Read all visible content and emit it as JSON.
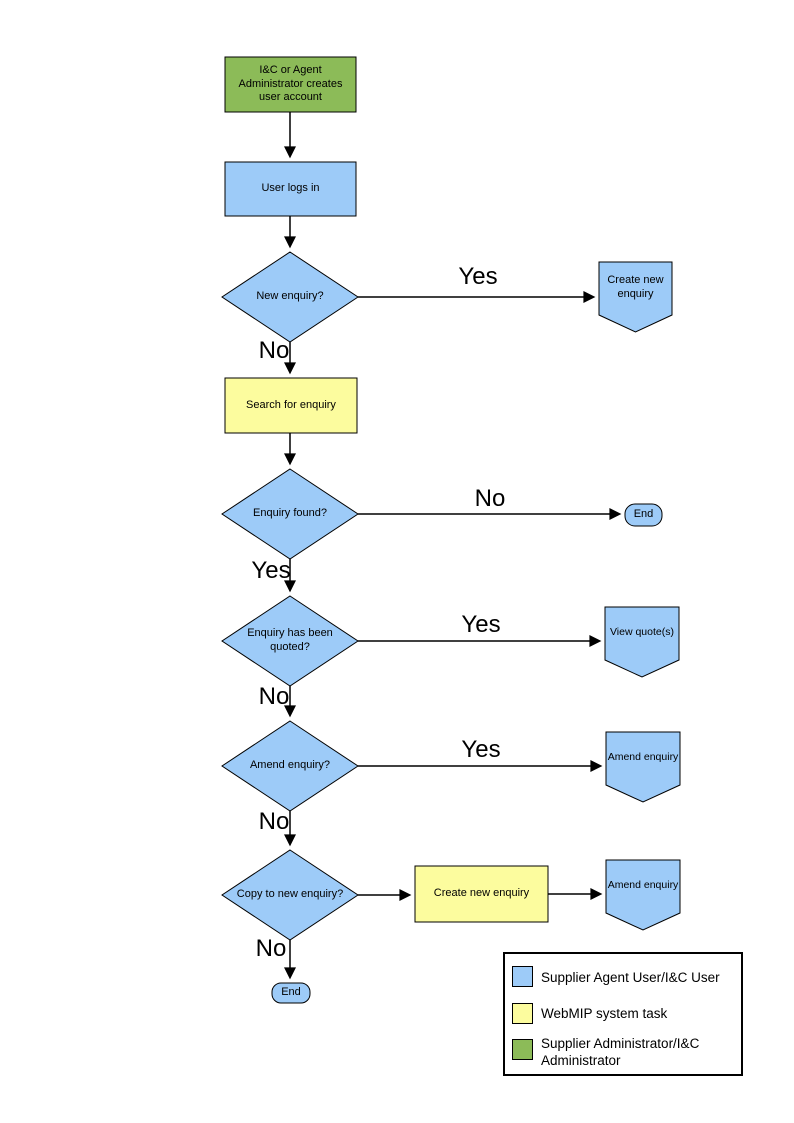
{
  "colors": {
    "blue": "#9DCBF8",
    "yellow": "#FCFC9E",
    "green": "#8CBB58",
    "stroke": "#000000"
  },
  "nodes": {
    "admin_creates_account": {
      "label": "I&C or Agent Administrator creates user account"
    },
    "user_logs_in": {
      "label": "User logs in"
    },
    "new_enquiry": {
      "label": "New enquiry?",
      "yes": "Yes",
      "no": "No"
    },
    "create_new_enquiry_top": {
      "label": "Create new enquiry"
    },
    "search_for_enquiry": {
      "label": "Search for enquiry"
    },
    "enquiry_found": {
      "label": "Enquiry found?",
      "no": "No",
      "yes": "Yes"
    },
    "end_right": {
      "label": "End"
    },
    "enquiry_quoted": {
      "label": "Enquiry has been quoted?",
      "yes": "Yes",
      "no": "No"
    },
    "view_quotes": {
      "label": "View quote(s)"
    },
    "amend_enquiry_decision": {
      "label": "Amend enquiry?",
      "yes": "Yes",
      "no": "No"
    },
    "amend_enquiry_action1": {
      "label": "Amend enquiry"
    },
    "copy_to_new_enquiry": {
      "label": "Copy to new enquiry?",
      "no": "No"
    },
    "create_new_enquiry_mid": {
      "label": "Create new enquiry"
    },
    "amend_enquiry_action2": {
      "label": "Amend enquiry"
    },
    "end_bottom": {
      "label": "End"
    }
  },
  "legend": {
    "items": [
      {
        "color": "#9DCBF8",
        "label": "Supplier Agent User/I&C User"
      },
      {
        "color": "#FCFC9E",
        "label": "WebMIP system task"
      },
      {
        "color": "#8CBB58",
        "label": "Supplier Administrator/I&C Administrator"
      }
    ]
  }
}
